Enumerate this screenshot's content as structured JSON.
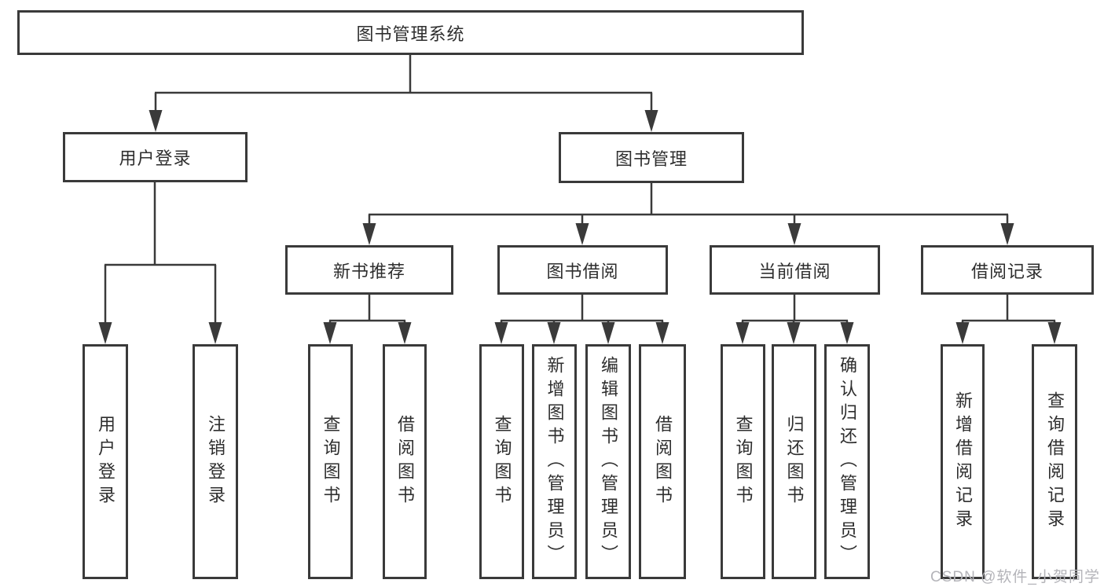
{
  "diagram": {
    "root": {
      "label": "图书管理系统"
    },
    "level2": [
      {
        "label": "用户登录"
      },
      {
        "label": "图书管理"
      }
    ],
    "level3": [
      {
        "label": "新书推荐"
      },
      {
        "label": "图书借阅"
      },
      {
        "label": "当前借阅"
      },
      {
        "label": "借阅记录"
      }
    ],
    "level4": [
      {
        "label": "用户登录"
      },
      {
        "label": "注销登录"
      },
      {
        "label": "查询图书"
      },
      {
        "label": "借阅图书"
      },
      {
        "label": "查询图书"
      },
      {
        "label": "新增图书（管理员）"
      },
      {
        "label": "编辑图书（管理员）"
      },
      {
        "label": "借阅图书"
      },
      {
        "label": "查询图书"
      },
      {
        "label": "归还图书"
      },
      {
        "label": "确认归还（管理员）"
      },
      {
        "label": "新增借阅记录"
      },
      {
        "label": "查询借阅记录"
      }
    ],
    "watermark": "CSDN @软件_小贺同学",
    "colors": {
      "line": "#3a3a3a",
      "border": "#3a3a3a",
      "text": "#2e2e2e",
      "watermark": "#b4b4b9",
      "background": "#ffffff"
    }
  }
}
